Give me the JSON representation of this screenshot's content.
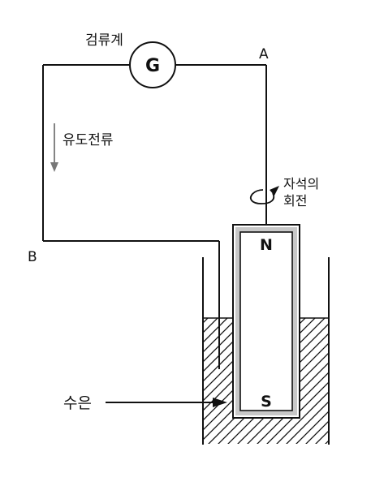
{
  "labels": {
    "galvanometer": "검류계",
    "galvanometer_symbol": "G",
    "point_a": "A",
    "point_b": "B",
    "induced_current": "유도전류",
    "magnet_rotation_line1": "자석의",
    "magnet_rotation_line2": "회전",
    "magnet_north": "N",
    "magnet_south": "S",
    "mercury": "수은"
  },
  "colors": {
    "line": "#111111",
    "magnet_fill": "#c8c8c8",
    "arrow_gray": "#777777",
    "background": "#ffffff"
  }
}
